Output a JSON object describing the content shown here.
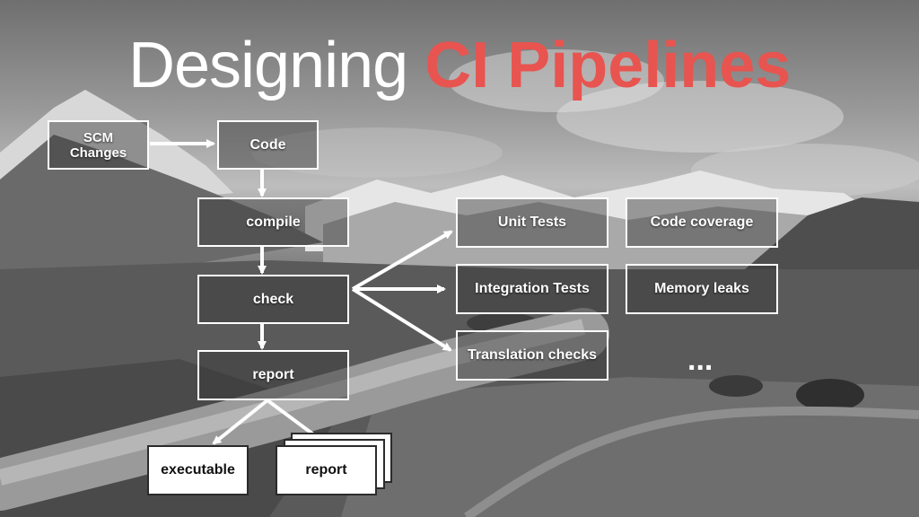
{
  "title": {
    "main": "Designing",
    "accent": "CI Pipelines"
  },
  "colors": {
    "accent": "#e8544f",
    "box_border": "#ffffff",
    "output_fill": "#ffffff"
  },
  "nodes": {
    "scm": "SCM Changes",
    "code": "Code",
    "compile": "compile",
    "check": "check",
    "report": "report",
    "unit_tests": "Unit Tests",
    "code_coverage": "Code coverage",
    "integration_tests": "Integration Tests",
    "memory_leaks": "Memory leaks",
    "translation_checks": "Translation checks"
  },
  "outputs": {
    "executable": "executable",
    "report": "report"
  },
  "more": "..."
}
